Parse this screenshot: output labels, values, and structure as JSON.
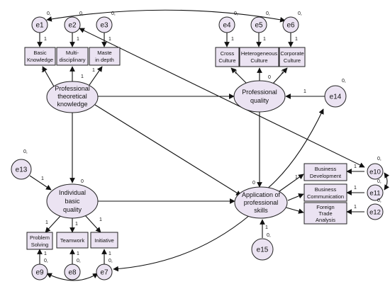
{
  "latent": {
    "ptk": [
      "Professional",
      "theoretical",
      "knowledge"
    ],
    "pq": [
      "Professional",
      "quality"
    ],
    "ibq": [
      "Individual",
      "basic",
      "quality"
    ],
    "aps": [
      "Application of",
      "professional",
      "skills"
    ]
  },
  "observed": {
    "basic_knowledge": [
      "Basic",
      "Knowledge"
    ],
    "multi_disciplinary": [
      "Multi-",
      "disciplinary"
    ],
    "master_in_depth": [
      "Maste",
      "in depth"
    ],
    "cross_culture": [
      "Cross",
      "Culture"
    ],
    "heterogeneous_culture": [
      "Heterogeneous",
      "Culture"
    ],
    "corporate_culture": [
      "Corporate",
      "Culture"
    ],
    "problem_solving": [
      "Problem",
      "Solving"
    ],
    "teamwork": [
      "Teamwork"
    ],
    "initiative": [
      "Initiative"
    ],
    "business_development": [
      "Business",
      "Development"
    ],
    "business_communication": [
      "Business",
      "Communication"
    ],
    "foreign_trade_analysis": [
      "Foreign",
      "Trade",
      "Analysis"
    ]
  },
  "errors": {
    "e1": "e1",
    "e2": "e2",
    "e3": "e3",
    "e4": "e4",
    "e5": "e5",
    "e6": "e6",
    "e7": "e7",
    "e8": "e8",
    "e9": "e9",
    "e10": "e10",
    "e11": "e11",
    "e12": "e12",
    "e13": "e13",
    "e14": "e14",
    "e15": "e15"
  },
  "labels": {
    "one": "1",
    "zero": "0",
    "zero_comma": "0,"
  }
}
